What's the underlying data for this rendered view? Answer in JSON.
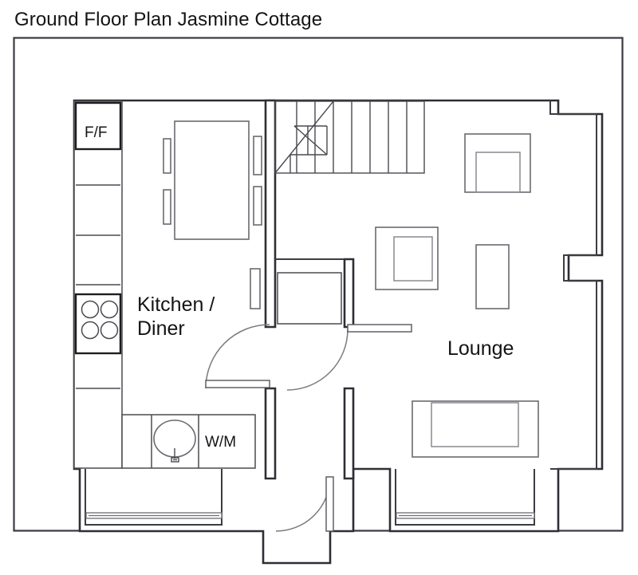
{
  "document": {
    "title": "Ground Floor Plan Jasmine Cottage",
    "type": "architectural-floor-plan",
    "sheet_border_color": "#3a3a42",
    "line_color": "#2e2e34",
    "background_color": "#ffffff"
  },
  "rooms": [
    {
      "id": "kitchen-diner",
      "label": "Kitchen /",
      "label_line2": "Diner"
    },
    {
      "id": "lounge",
      "label": "Lounge"
    }
  ],
  "labels": {
    "kitchen_line1": "Kitchen /",
    "kitchen_line2": "Diner",
    "lounge": "Lounge",
    "fridge_freezer": "F/F",
    "washing_machine": "W/M"
  },
  "fixtures": [
    {
      "name": "fridge-freezer",
      "label": "F/F",
      "room": "kitchen-diner"
    },
    {
      "name": "base-unit",
      "label": "",
      "room": "kitchen-diner"
    },
    {
      "name": "hob",
      "label": "",
      "burners": 4,
      "room": "kitchen-diner"
    },
    {
      "name": "sink",
      "label": "",
      "room": "kitchen-diner"
    },
    {
      "name": "washing-machine",
      "label": "W/M",
      "room": "kitchen-diner"
    },
    {
      "name": "dining-table",
      "label": "",
      "chairs": 5,
      "room": "kitchen-diner"
    },
    {
      "name": "armchair-upper",
      "label": "",
      "room": "lounge"
    },
    {
      "name": "armchair-lower",
      "label": "",
      "room": "lounge"
    },
    {
      "name": "side-table",
      "label": "",
      "room": "lounge"
    },
    {
      "name": "sofa",
      "label": "",
      "room": "lounge"
    },
    {
      "name": "staircase",
      "label": "",
      "treads": 8,
      "winders": 3
    },
    {
      "name": "under-stairs-cupboard",
      "label": ""
    }
  ],
  "openings": [
    {
      "name": "kitchen-door",
      "type": "hinged-door",
      "swing": "left"
    },
    {
      "name": "lounge-door",
      "type": "hinged-door",
      "swing": "right"
    },
    {
      "name": "front-door",
      "type": "hinged-door",
      "swing": "left"
    },
    {
      "name": "kitchen-window",
      "type": "window"
    },
    {
      "name": "lounge-window",
      "type": "window"
    }
  ]
}
